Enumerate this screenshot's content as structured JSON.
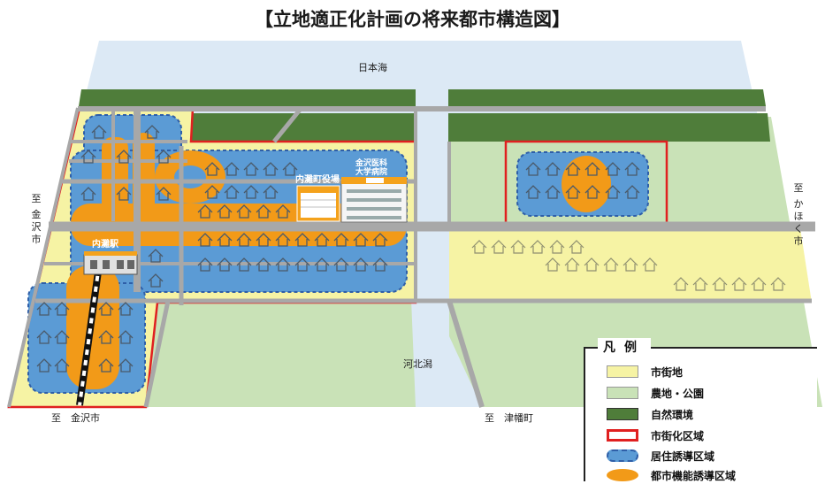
{
  "title": "【立地適正化計画の将来都市構造図】",
  "colors": {
    "sea": "#dce9f5",
    "urban": "#f6f3a4",
    "farm": "#c9e2b7",
    "nature": "#4f7d3a",
    "road": "#a8a8a8",
    "urban_boundary": "#e02020",
    "residential": "#5b9bd5",
    "function": "#f29a18"
  },
  "map": {
    "sea_label": "日本海",
    "lake_label": "河北潟",
    "west_dir_to": "至",
    "west_dir_name": "金沢市",
    "south_west_to": "至　金沢市",
    "south_east_to": "至　津幡町",
    "east_dir_to": "至",
    "east_dir_name": "かほく市",
    "station_label": "内灘駅",
    "town_hall_label": "内灘町役場",
    "hospital_label_1": "金沢医科",
    "hospital_label_2": "大学病院"
  },
  "legend": {
    "title": "凡例",
    "items": [
      {
        "label": "市街地",
        "swatch": "urban"
      },
      {
        "label": "農地・公園",
        "swatch": "farm"
      },
      {
        "label": "自然環境",
        "swatch": "nature"
      },
      {
        "label": "市街化区域",
        "swatch": "urban_boundary"
      },
      {
        "label": "居住誘導区域",
        "swatch": "residential"
      },
      {
        "label": "都市機能誘導区域",
        "swatch": "function"
      }
    ]
  }
}
